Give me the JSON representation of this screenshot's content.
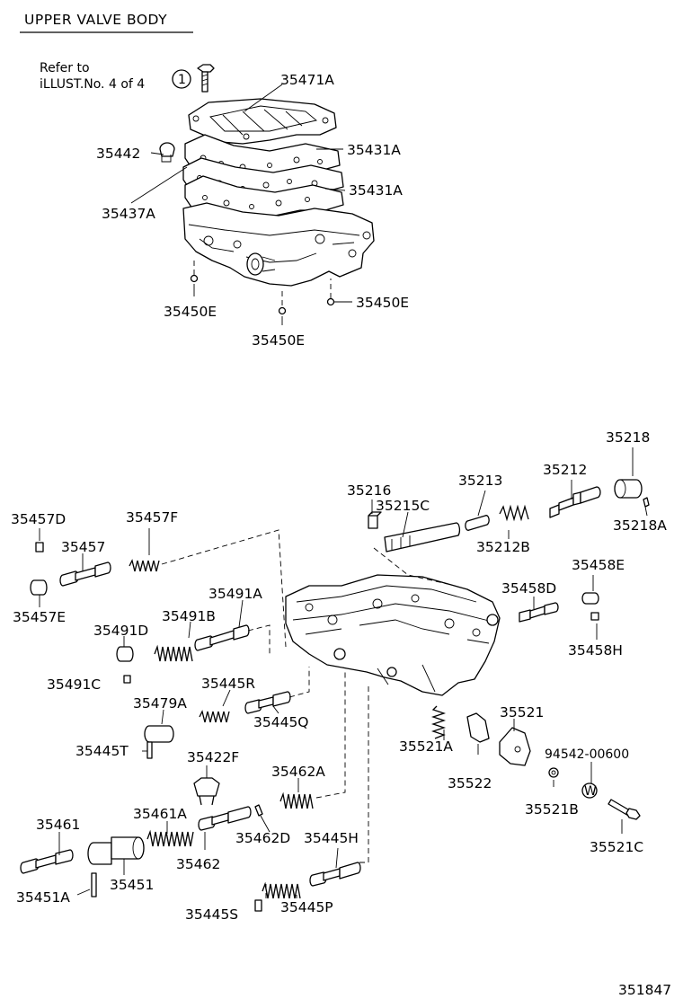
{
  "title": "UPPER VALVE BODY",
  "refer": {
    "line1": "Refer to",
    "line2": "iLLUST.No. 4 of 4",
    "circle": "1"
  },
  "labels": {
    "p35471A": "35471A",
    "p35442": "35442",
    "p35431A_1": "35431A",
    "p35431A_2": "35431A",
    "p35437A": "35437A",
    "p35450E_1": "35450E",
    "p35450E_2": "35450E",
    "p35450E_3": "35450E",
    "p35218": "35218",
    "p35218A": "35218A",
    "p35216": "35216",
    "p35213": "35213",
    "p35212": "35212",
    "p35215C": "35215C",
    "p35212B": "35212B",
    "p35457D": "35457D",
    "p35457F": "35457F",
    "p35457": "35457",
    "p35457E": "35457E",
    "p35458E": "35458E",
    "p35458D": "35458D",
    "p35458H": "35458H",
    "p35491A": "35491A",
    "p35491D": "35491D",
    "p35491B": "35491B",
    "p35491C": "35491C",
    "p35445R": "35445R",
    "p35479A": "35479A",
    "p35445Q": "35445Q",
    "p35445T": "35445T",
    "p35422F": "35422F",
    "p35521": "35521",
    "p35521A": "35521A",
    "p94542": "94542-00600",
    "p35522": "35522",
    "p35462A": "35462A",
    "p35521B": "35521B",
    "p35461": "35461",
    "p35461A": "35461A",
    "p35462D": "35462D",
    "p35445H": "35445H",
    "p35521C": "35521C",
    "p35462": "35462",
    "p35451": "35451",
    "p35451A": "35451A",
    "p35445S": "35445S",
    "p35445P": "35445P"
  },
  "footer": "351847"
}
